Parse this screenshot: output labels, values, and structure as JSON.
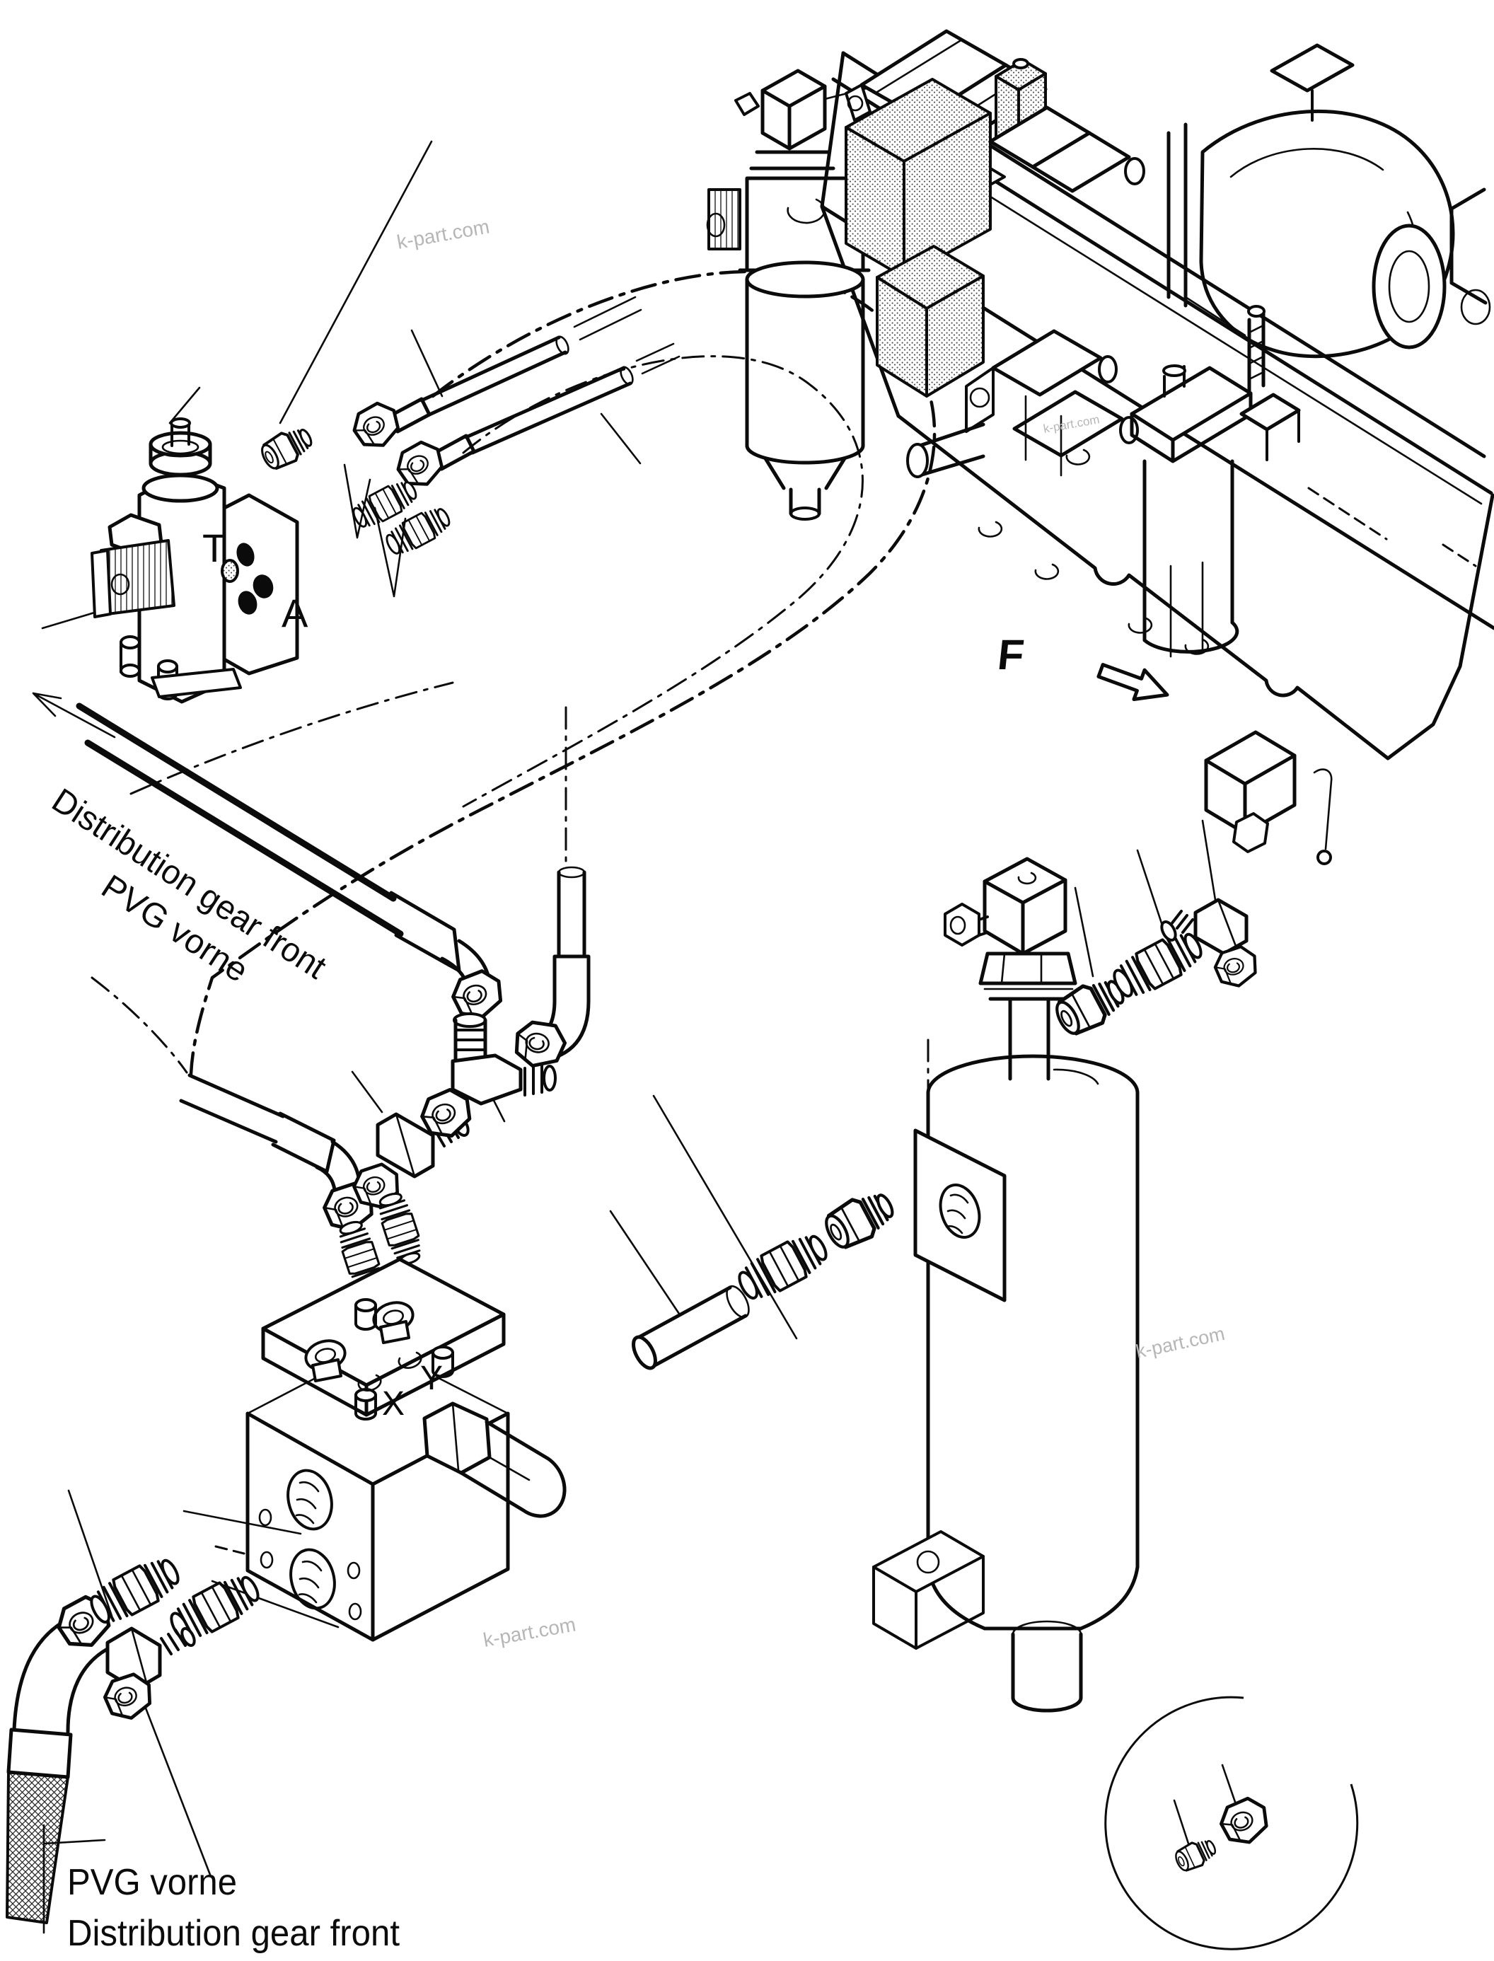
{
  "diagram": {
    "title_hint": "hydraulic piping parts diagram",
    "labels": {
      "t": "T",
      "a": "A",
      "x": "X",
      "y": "Y",
      "view": "F"
    },
    "callout_top": {
      "line1": "Distribution gear front",
      "line2": "PVG vorne"
    },
    "callout_bottom": {
      "line1": "PVG vorne",
      "line2": "Distribution gear front"
    },
    "watermark": {
      "text": "k-part.com"
    },
    "colors": {
      "line": "#0b0b0b",
      "watermark": "#b6b6b6",
      "paper": "#ffffff"
    }
  }
}
